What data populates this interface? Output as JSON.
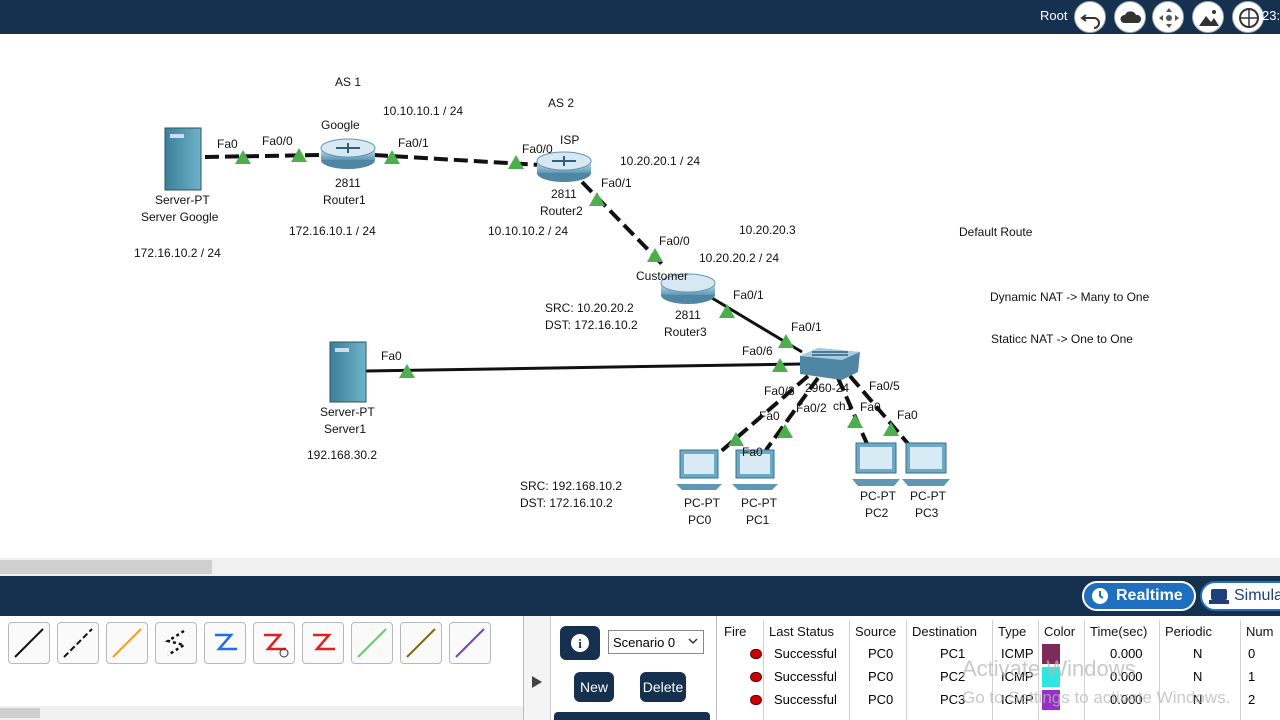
{
  "topbar": {
    "root_label": "Root",
    "time": "23:",
    "icons": [
      "undo-icon",
      "cloud-icon",
      "move-icon",
      "image-icon",
      "network-icon"
    ]
  },
  "topology": {
    "annotations": {
      "as1": "AS 1",
      "as2": "AS 2",
      "net_10": "10.10.10.1 / 24",
      "net_20_1": "10.20.20.1 / 24",
      "net_20_3": "10.20.20.3",
      "net_20_2": "10.20.20.2 / 24",
      "default_route": "Default Route",
      "dynamic_nat": "Dynamic NAT ->  Many to One",
      "static_nat": "Staticc NAT ->  One to One",
      "router1_ip": "172.16.10.1 / 24",
      "router2_ip": "10.10.10.2 / 24",
      "server_google_ip": "172.16.10.2 / 24",
      "server1_ip": "192.168.30.2",
      "src1": "SRC: 10.20.20.2",
      "dst1": "DST: 172.16.10.2",
      "src2": "SRC: 192.168.10.2",
      "dst2": "DST: 172.16.10.2"
    },
    "devices": {
      "server_google": {
        "model": "Server-PT",
        "name": "Server Google"
      },
      "router1": {
        "hostname": "Google",
        "model": "2811",
        "name": "Router1"
      },
      "router2": {
        "hostname": "ISP",
        "model": "2811",
        "name": "Router2"
      },
      "router3": {
        "hostname": "Customer",
        "model": "2811",
        "name": "Router3"
      },
      "server1": {
        "model": "Server-PT",
        "name": "Server1"
      },
      "switch": {
        "model": "2960-24",
        "name": "ch1"
      },
      "pc0": {
        "model": "PC-PT",
        "name": "PC0"
      },
      "pc1": {
        "model": "PC-PT",
        "name": "PC1"
      },
      "pc2": {
        "model": "PC-PT",
        "name": "PC2"
      },
      "pc3": {
        "model": "PC-PT",
        "name": "PC3"
      }
    },
    "ports": {
      "sg_fa0": "Fa0",
      "r1_fa00": "Fa0/0",
      "r1_fa01": "Fa0/1",
      "r2_fa00": "Fa0/0",
      "r2_fa01": "Fa0/1",
      "r3_fa00": "Fa0/0",
      "r3_fa01": "Fa0/1",
      "sw_fa01": "Fa0/1",
      "s1_fa0": "Fa0",
      "sw_fa06": "Fa0/6",
      "sw_fa03": "Fa0/3",
      "sw_fa02": "Fa0/2",
      "sw_fa05": "Fa0/5",
      "sw_fa04": "Fa0",
      "pc0_fa0": "Fa0",
      "pc1_fa0": "Fa0",
      "pc3_fa0": "Fa0"
    }
  },
  "mode_bar": {
    "realtime_label": "Realtime",
    "simulation_label": "Simula"
  },
  "connections_panel": {
    "tools": [
      {
        "name": "console-cable",
        "color": "#111111"
      },
      {
        "name": "straight-through-cable",
        "color": "#111111"
      },
      {
        "name": "crossover-cable",
        "color": "#f59a23"
      },
      {
        "name": "fiber-cable",
        "color": "#111111"
      },
      {
        "name": "phone-cable",
        "color": "#1e6ee8"
      },
      {
        "name": "coaxial-cable",
        "color": "#e02020"
      },
      {
        "name": "serial-dce-cable",
        "color": "#e02020"
      },
      {
        "name": "serial-dte-cable",
        "color": "#5ad65a"
      },
      {
        "name": "octal-cable",
        "color": "#7a6a10"
      },
      {
        "name": "iot-cable",
        "color": "#7a3cc0"
      }
    ]
  },
  "scenario": {
    "info_label": "i",
    "selected": "Scenario 0",
    "new_label": "New",
    "delete_label": "Delete"
  },
  "pdu_list": {
    "headers": [
      "Fire",
      "Last Status",
      "Source",
      "Destination",
      "Type",
      "Color",
      "Time(sec)",
      "Periodic",
      "Num"
    ],
    "rows": [
      {
        "status": "Successful",
        "source": "PC0",
        "destination": "PC1",
        "type": "ICMP",
        "color": "#7d2c5a",
        "time": "0.000",
        "periodic": "N",
        "num": "0"
      },
      {
        "status": "Successful",
        "source": "PC0",
        "destination": "PC2",
        "type": "ICMP",
        "color": "#2fe6e0",
        "time": "0.000",
        "periodic": "N",
        "num": "1"
      },
      {
        "status": "Successful",
        "source": "PC0",
        "destination": "PC3",
        "type": "ICMP",
        "color": "#9b2ec8",
        "time": "0.000",
        "periodic": "N",
        "num": "2"
      }
    ]
  },
  "watermark": {
    "line1": "Activate Windows",
    "line2": "Go to Settings to activate Windows."
  }
}
